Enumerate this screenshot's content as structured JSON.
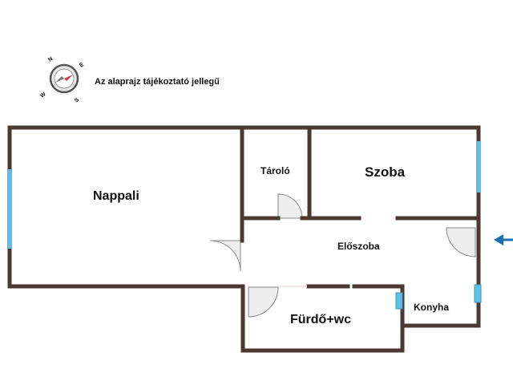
{
  "note": "Az alaprajz tájékoztató jellegű",
  "rooms": {
    "nappali": "Nappali",
    "tarolo": "Tároló",
    "szoba": "Szoba",
    "eloszoba": "Előszoba",
    "furdo": "Fürdő+wc",
    "konyha": "Konyha"
  },
  "compass": {
    "labels": [
      "N",
      "E",
      "S",
      "W"
    ]
  },
  "colors": {
    "wall": "#4a3a33",
    "window": "#5bc0eb",
    "door_fill": "#eeeeee",
    "entrance_arrow": "#1f6fb5"
  }
}
